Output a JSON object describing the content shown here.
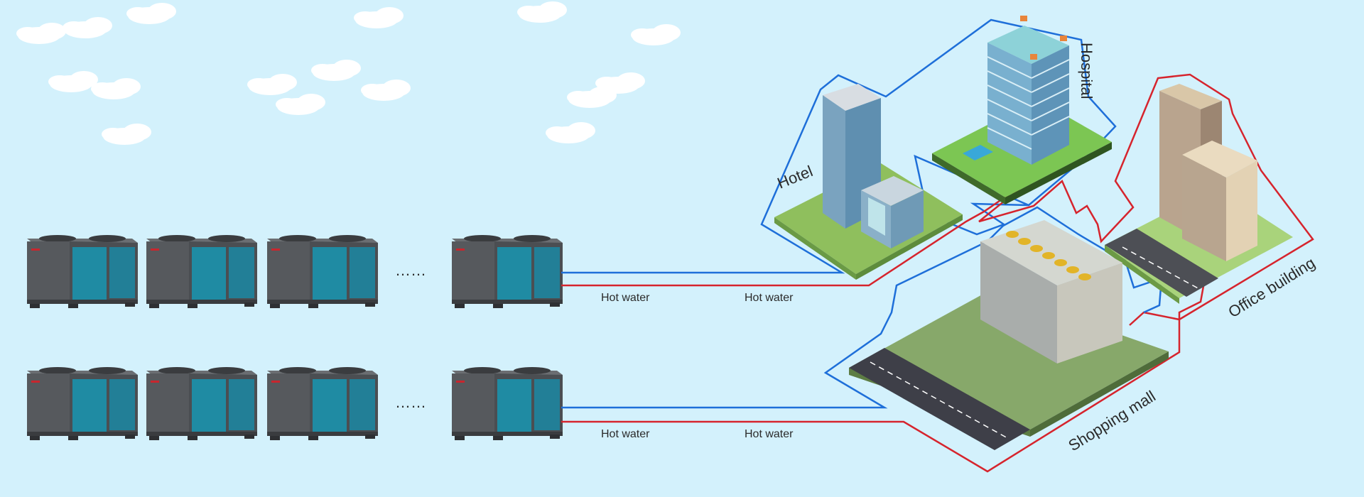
{
  "diagram": {
    "pipe_labels": {
      "top_left": "Hot water",
      "top_right": "Hot water",
      "bottom_left": "Hot water",
      "bottom_right": "Hot water"
    },
    "ellipsis_top": "……",
    "ellipsis_bottom": "……",
    "buildings": {
      "hotel": "Hotel",
      "hospital": "Hospital",
      "office": "Office building",
      "mall": "Shopping mall"
    }
  },
  "colors": {
    "background": "#d3f1fc",
    "supply_line": "#d6242d",
    "return_line": "#1e6fd9",
    "heat_pump_body": "#55585c",
    "heat_pump_panel": "#1f8ba3"
  },
  "icons": [
    "heat-pump-icon",
    "hotel-icon",
    "hospital-icon",
    "office-building-icon",
    "shopping-mall-icon",
    "cloud-icon"
  ]
}
